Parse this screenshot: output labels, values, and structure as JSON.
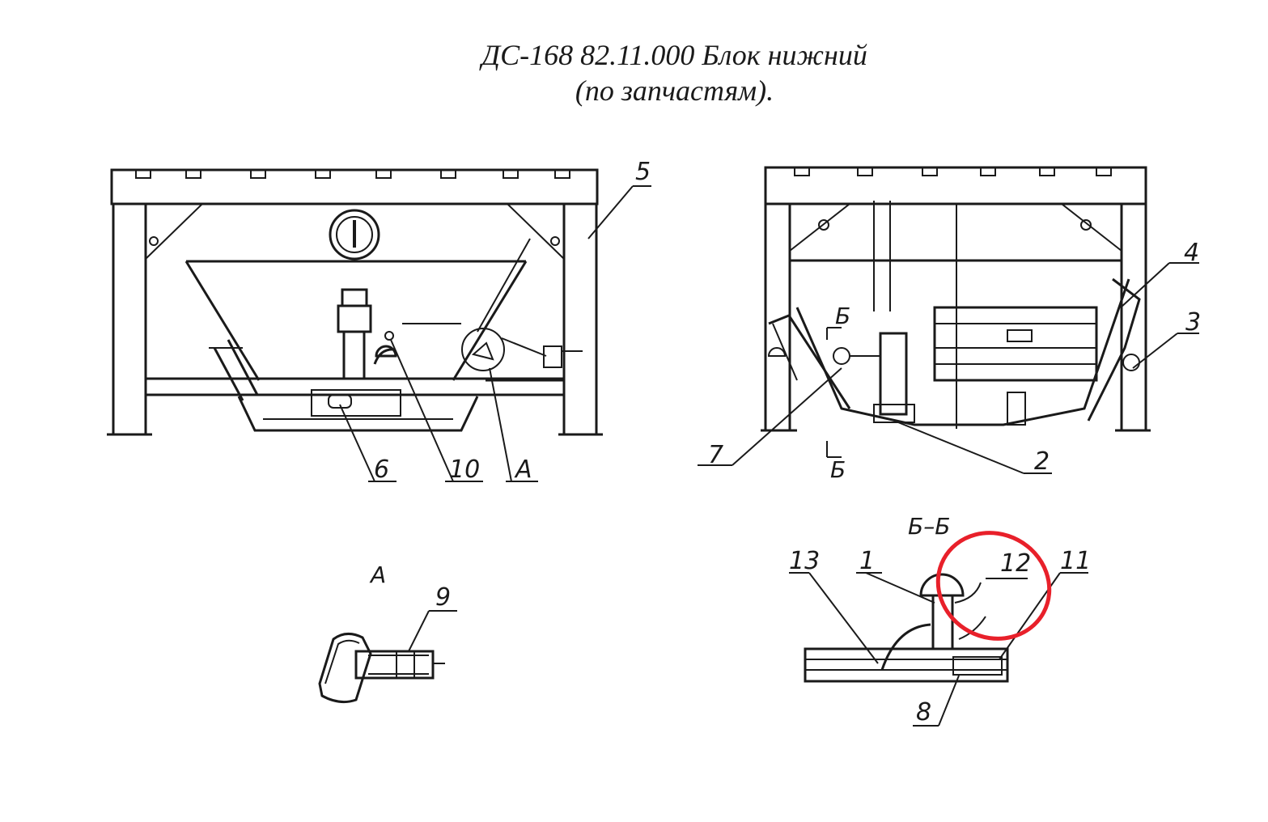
{
  "title": {
    "line1": "ДС-168 82.11.000 Блок нижний",
    "line2": "(по запчастям)."
  },
  "callouts": {
    "p1": "1",
    "p2": "2",
    "p3": "3",
    "p4": "4",
    "p5": "5",
    "p6": "6",
    "p7": "7",
    "p8": "8",
    "p9": "9",
    "p10": "10",
    "p11": "11",
    "p12": "12",
    "p13": "13",
    "viewA": "A"
  },
  "views": {
    "detail_a": "A",
    "section_bb": "Б–Б",
    "cut_mark_top": "Б",
    "cut_mark_bottom": "Б"
  },
  "highlight": {
    "color": "#e8202a",
    "target": "12"
  }
}
